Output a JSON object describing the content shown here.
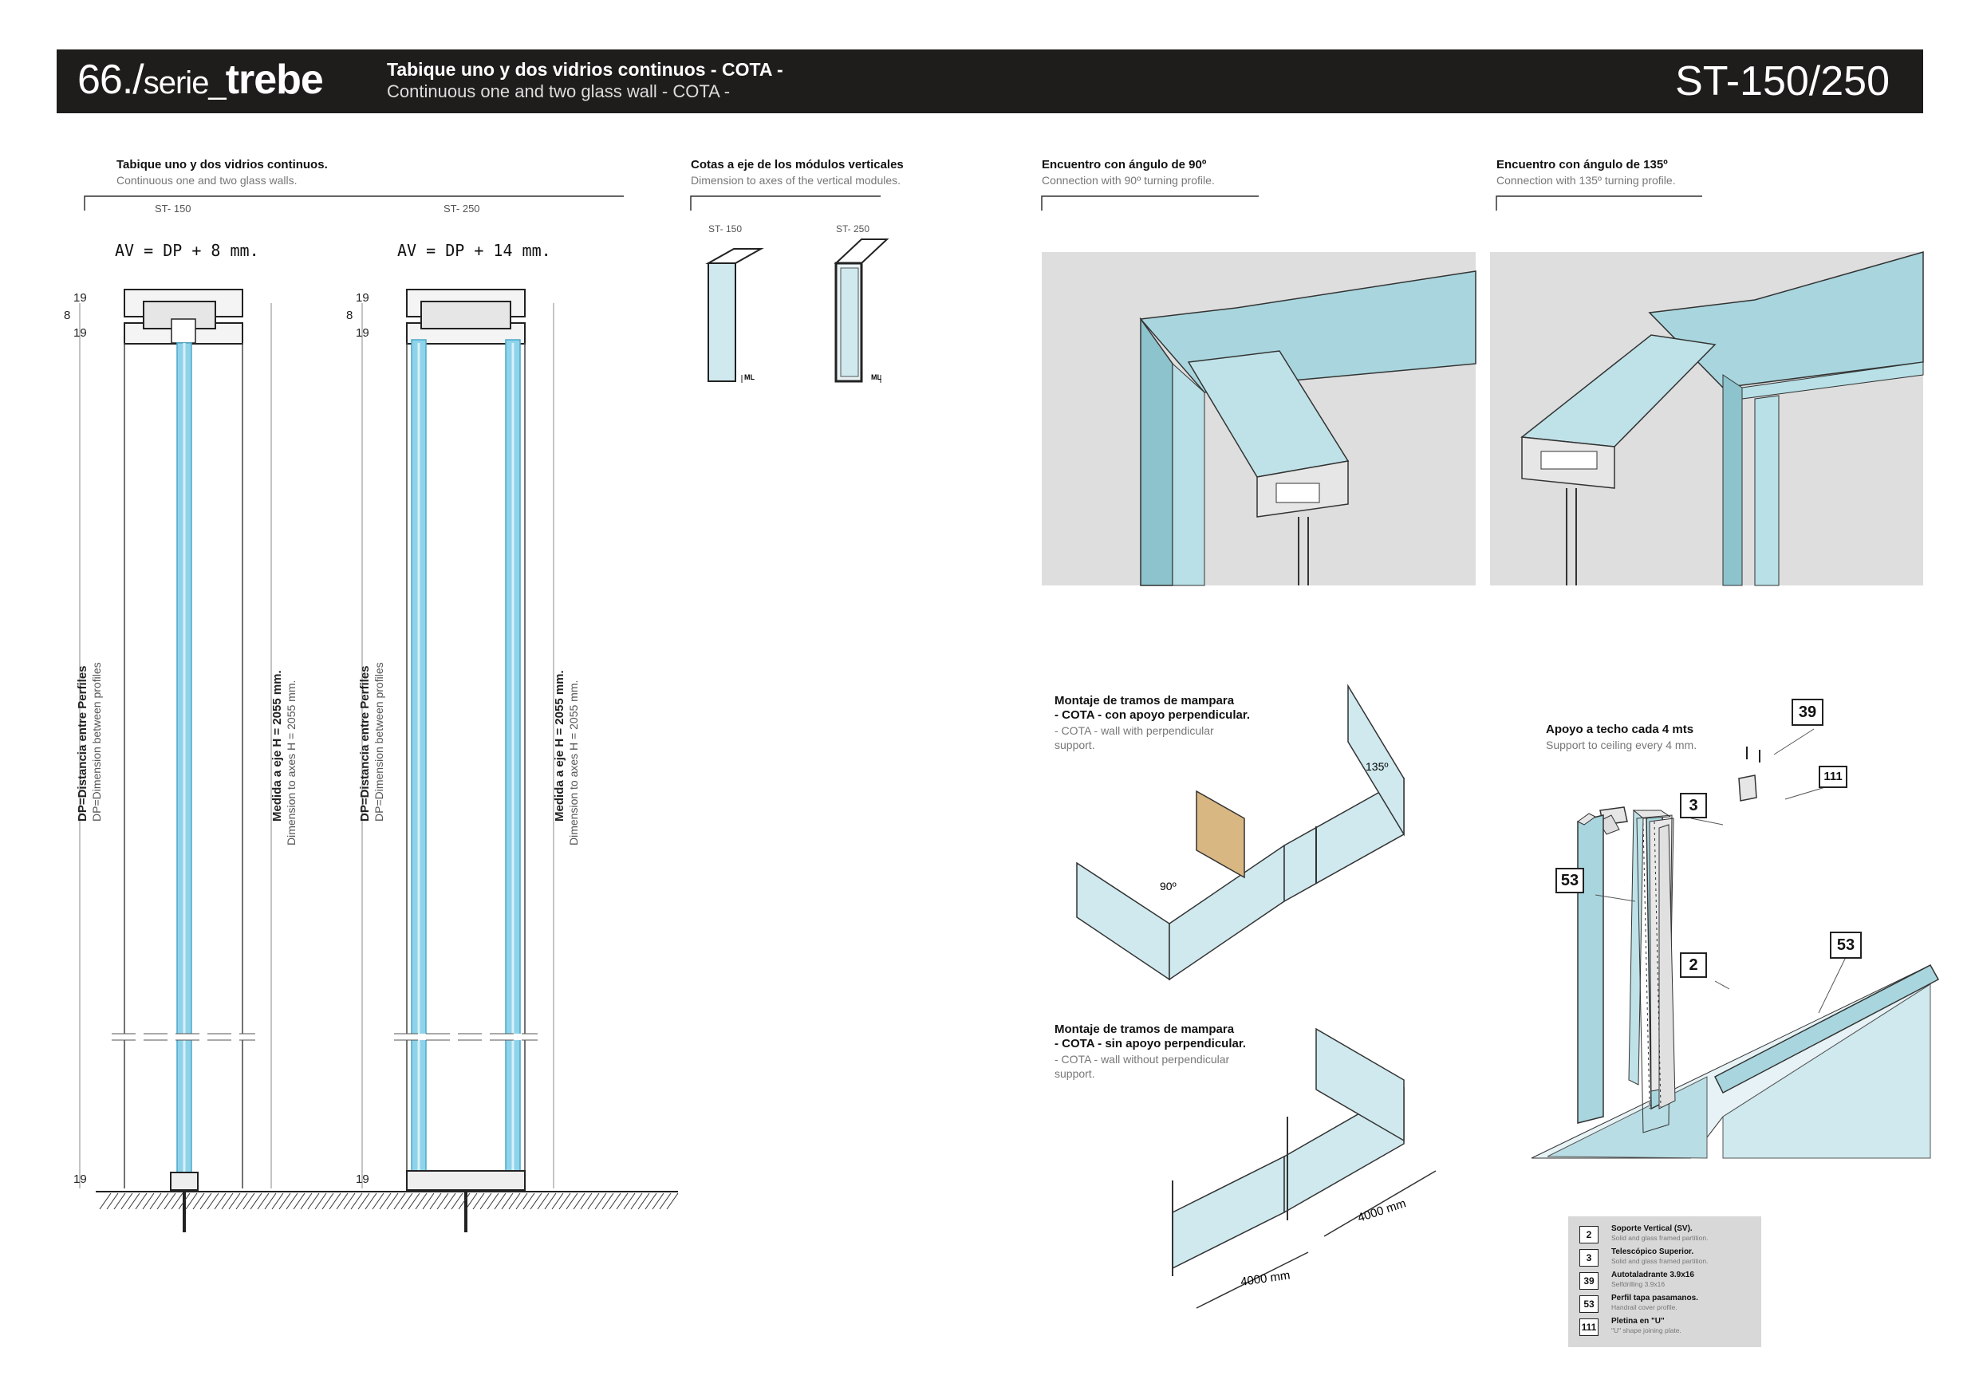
{
  "header": {
    "brand_number": "66./",
    "brand_series": "serie_",
    "brand_name": "trebe",
    "title": "Tabique uno y dos vidrios continuos  - COTA -",
    "subtitle": "Continuous one and two glass wall - COTA -",
    "code": "ST-150/250"
  },
  "section_sections": {
    "title": "Tabique uno y dos vidrios continuos.",
    "subtitle": "Continuous one and two glass walls.",
    "label_150": "ST- 150",
    "label_250": "ST- 250",
    "formula_150": "AV = DP + 8 mm.",
    "formula_250": "AV = DP + 14 mm.",
    "dim_19": "19",
    "dim_8": "8",
    "dp_label": "DP=Distancia entre Perfiles",
    "dp_label_en": "DP=Dimension between profiles",
    "height_label": "Medida a eje H = 2055 mm.",
    "height_label_en": "Dimension to axes H = 2055 mm."
  },
  "section_modules": {
    "title": "Cotas a eje de los módulos verticales",
    "subtitle": "Dimension to axes of the vertical modules.",
    "label_150": "ST- 150",
    "label_250": "ST- 250",
    "ml": "ML"
  },
  "section_90": {
    "title": "Encuentro con ángulo de 90º",
    "subtitle": "Connection with 90º turning profile."
  },
  "section_135": {
    "title": "Encuentro con ángulo de 135º",
    "subtitle": "Connection with 135º turning profile."
  },
  "section_with_support": {
    "title_1": "Montaje de tramos de mampara",
    "title_2": "- COTA - con apoyo perpendicular.",
    "sub_1": "- COTA -  wall with perpendicular",
    "sub_2": "support.",
    "angle_90": "90º",
    "angle_135": "135º"
  },
  "section_without_support": {
    "title_1": "Montaje de tramos de mampara",
    "title_2": "- COTA - sin apoyo perpendicular.",
    "sub_1": "- COTA - wall without perpendicular",
    "sub_2": "support.",
    "dim_a": "4000 mm",
    "dim_b": "4000 mm"
  },
  "section_ceiling": {
    "title": "Apoyo a techo cada 4 mts",
    "subtitle": "Support to ceiling every 4 mm.",
    "callouts": [
      "39",
      "111",
      "3",
      "53",
      "2",
      "53"
    ]
  },
  "legend": [
    {
      "num": "2",
      "title": "Soporte Vertical (SV).",
      "sub": "Solid and glass framed partition."
    },
    {
      "num": "3",
      "title": "Telescópico Superior.",
      "sub": "Solid and glass framed partition."
    },
    {
      "num": "39",
      "title": "Autotaladrante 3.9x16",
      "sub": "Selfdrilling 3.9x16"
    },
    {
      "num": "53",
      "title": "Perfil tapa pasamanos.",
      "sub": "Handrail cover profile."
    },
    {
      "num": "111",
      "title": "Pletina en \"U\"",
      "sub": "\"U\" shape joining plate."
    }
  ],
  "colors": {
    "header_bg": "#1f1d1b",
    "glass": "#a9d6de",
    "glass_light": "#cfe9ee",
    "glass_blue": "#8fd3ea",
    "wood": "#d9b783",
    "render_bg": "#dedede"
  }
}
